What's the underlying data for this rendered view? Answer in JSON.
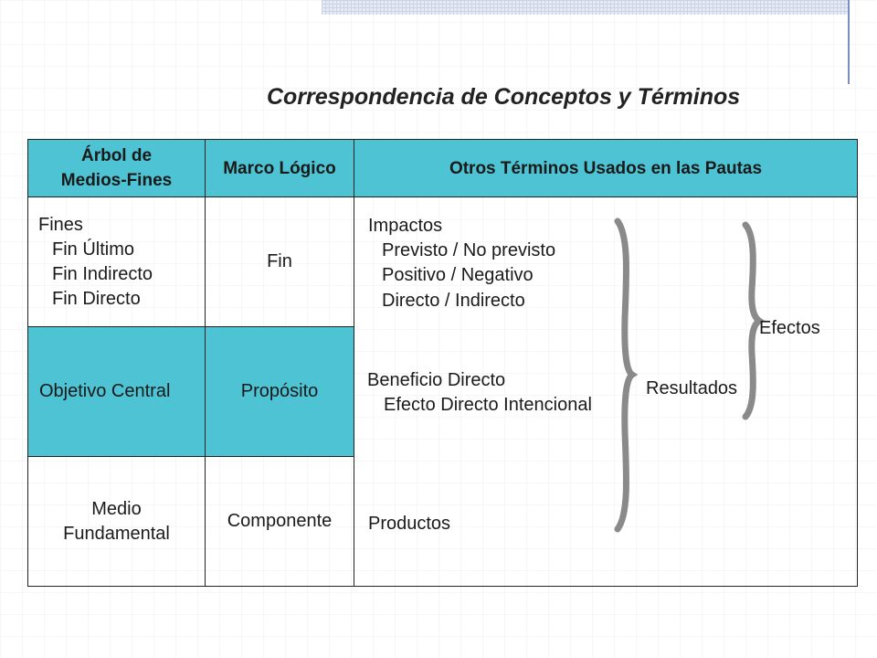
{
  "title": "Correspondencia de Conceptos y Términos",
  "table": {
    "headers": {
      "col1_line1": "Árbol de",
      "col1_line2": "Medios-Fines",
      "col2": "Marco Lógico",
      "col3": "Otros Términos Usados en las Pautas"
    },
    "rows": [
      {
        "arbol": {
          "heading": "Fines",
          "items": [
            "Fin Último",
            "Fin Indirecto",
            "Fin Directo"
          ]
        },
        "marco": "Fin"
      },
      {
        "arbol": {
          "text": "Objetivo Central"
        },
        "marco": "Propósito"
      },
      {
        "arbol": {
          "line1": "Medio",
          "line2": "Fundamental"
        },
        "marco": "Componente"
      }
    ],
    "otros": {
      "impactos": {
        "heading": "Impactos",
        "items": [
          "Previsto / No previsto",
          "Positivo / Negativo",
          "Directo / Indirecto"
        ]
      },
      "beneficio": {
        "heading": "Beneficio Directo",
        "item": "Efecto Directo Intencional"
      },
      "productos": "Productos",
      "resultados": "Resultados",
      "efectos": "Efectos"
    }
  },
  "colors": {
    "header_fill": "#4dc3d3",
    "highlight_fill": "#4dc3d3",
    "brace": "#8a8a8a"
  }
}
